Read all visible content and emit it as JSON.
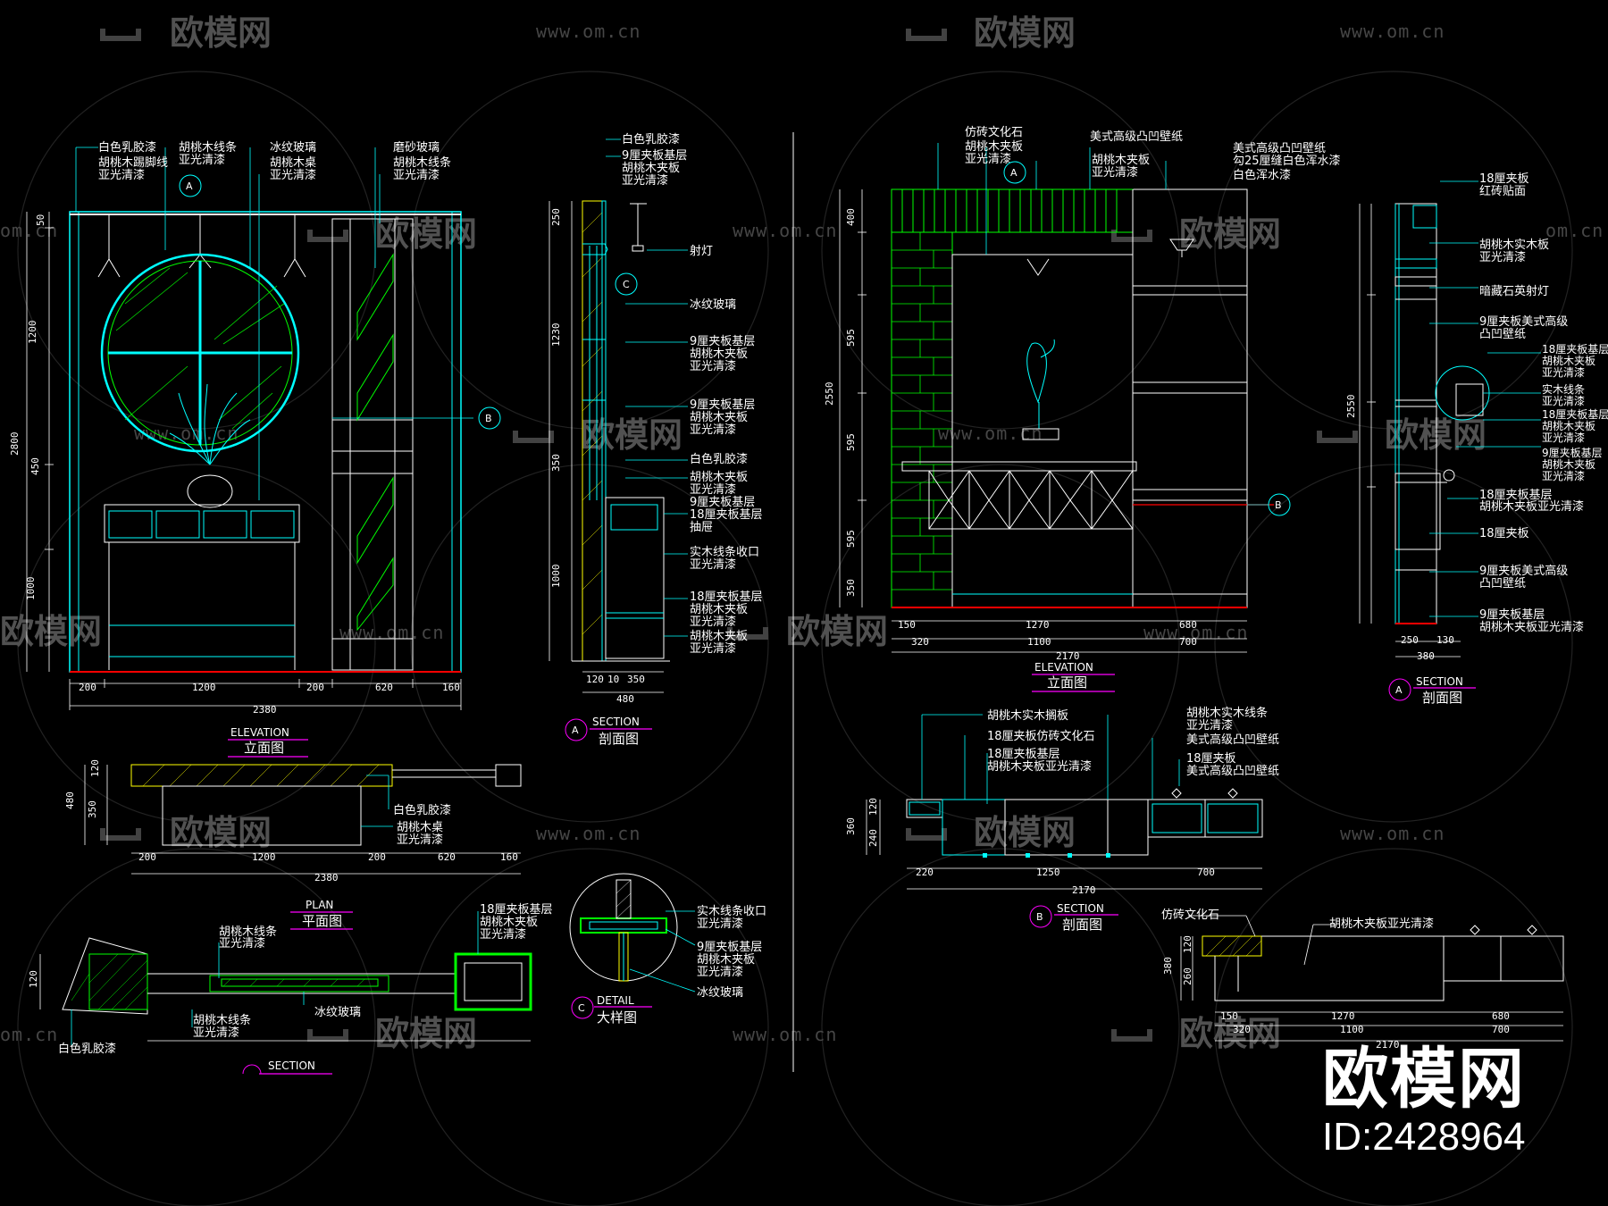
{
  "watermark": {
    "brand": "欧模网",
    "url": "www.om.cn",
    "url_short": "om.cn"
  },
  "brand_badge": {
    "name": "欧模网",
    "id": "ID:2428964"
  },
  "colors": {
    "cyan": "#00ffff",
    "green": "#00ff00",
    "yellow": "#ffff00",
    "red": "#ff0000",
    "magenta": "#ff00ff",
    "white": "#ffffff",
    "watermark": "#555555"
  },
  "left_sheet": {
    "elevation": {
      "title_en": "ELEVATION",
      "title_cn": "立面图",
      "labels": [
        "白色乳胶漆",
        "胡桃木踢脚线",
        "亚光清漆",
        "胡桃木线条",
        "亚光清漆",
        "冰纹玻璃",
        "胡桃木桌",
        "亚光清漆",
        "磨砂玻璃",
        "胡桃木线条",
        "亚光清漆"
      ],
      "dims_bottom": [
        "200",
        "1200",
        "200",
        "620",
        "160"
      ],
      "dim_total": "2380",
      "dims_left": [
        "50",
        "1200",
        "450",
        "1000"
      ],
      "dim_height": "2800",
      "markers": [
        "A",
        "B"
      ]
    },
    "section_a": {
      "title_en": "SECTION",
      "title_cn": "剖面图",
      "marker": "A",
      "labels": [
        "白色乳胶漆",
        "9厘夹板基层",
        "胡桃木夹板",
        "亚光清漆",
        "射灯",
        "冰纹玻璃",
        "9厘夹板基层",
        "胡桃木夹板",
        "亚光清漆",
        "9厘夹板基层",
        "胡桃木夹板",
        "亚光清漆",
        "白色乳胶漆",
        "胡桃木夹板",
        "亚光清漆",
        "9厘夹板基层",
        "18厘夹板基层",
        "抽屉",
        "实木线条收口",
        "亚光清漆",
        "18厘夹板基层",
        "胡桃木夹板",
        "亚光清漆",
        "胡桃木夹板",
        "亚光清漆"
      ],
      "dims_bottom": [
        "120",
        "10",
        "350"
      ],
      "dim_total": "480",
      "dims_left": [
        "250",
        "1230",
        "350",
        "1000"
      ],
      "marker_c": "C"
    },
    "plan": {
      "title_en": "PLAN",
      "title_cn": "平面图",
      "labels": [
        "白色乳胶漆",
        "胡桃木桌",
        "亚光清漆"
      ],
      "dims_bottom": [
        "200",
        "1200",
        "200",
        "620",
        "160"
      ],
      "dim_total": "2380",
      "dims_left": [
        "480",
        "350",
        "120"
      ]
    },
    "section_b": {
      "title_en": "SECTION",
      "labels": [
        "胡桃木线条",
        "亚光清漆",
        "18厘夹板基层",
        "胡桃木夹板",
        "亚光清漆",
        "胡桃木线条",
        "亚光清漆",
        "冰纹玻璃",
        "白色乳胶漆"
      ],
      "dims_left": [
        "120"
      ]
    },
    "detail_c": {
      "title_en": "DETAIL",
      "title_cn": "大样图",
      "marker": "C",
      "labels": [
        "实木线条收口",
        "亚光清漆",
        "9厘夹板基层",
        "胡桃木夹板",
        "亚光清漆",
        "冰纹玻璃"
      ]
    }
  },
  "right_sheet": {
    "elevation": {
      "title_en": "ELEVATION",
      "title_cn": "立面图",
      "labels": [
        "仿砖文化石",
        "胡桃木夹板",
        "亚光清漆",
        "美式高级凸凹壁纸",
        "胡桃木夹板",
        "亚光清漆",
        "美式高级凸凹壁纸",
        "勾25厘缝白色浑水漆",
        "白色浑水漆"
      ],
      "dims_bottom_row1": [
        "150",
        "1270",
        "680"
      ],
      "dims_bottom_row2": [
        "320",
        "1100",
        "700"
      ],
      "dim_total": "2170",
      "dims_left": [
        "400",
        "595",
        "595",
        "595",
        "350"
      ],
      "dim_height": "2550",
      "markers": [
        "A",
        "B"
      ]
    },
    "section_a": {
      "title_en": "SECTION",
      "title_cn": "剖面图",
      "marker": "A",
      "labels": [
        "18厘夹板",
        "红砖贴面",
        "胡桃木实木板",
        "亚光清漆",
        "暗藏石英射灯",
        "9厘夹板美式高级",
        "凸凹壁纸",
        "18厘夹板基层",
        "胡桃木夹板",
        "亚光清漆",
        "实木线条",
        "亚光清漆",
        "18厘夹板基层",
        "胡桃木夹板",
        "亚光清漆",
        "9厘夹板基层",
        "胡桃木夹板",
        "亚光清漆",
        "18厘夹板基层",
        "胡桃木夹板亚光清漆",
        "18厘夹板",
        "9厘夹板美式高级",
        "凸凹壁纸",
        "9厘夹板基层",
        "胡桃木夹板亚光清漆"
      ],
      "dims_bottom": [
        "250",
        "130"
      ],
      "dim_total": "380",
      "dim_height": "2550"
    },
    "section_b": {
      "title_en": "SECTION",
      "title_cn": "剖面图",
      "marker": "B",
      "labels": [
        "胡桃木实木搁板",
        "18厘夹板仿砖文化石",
        "18厘夹板基层",
        "胡桃木夹板亚光清漆",
        "胡桃木实木线条",
        "亚光清漆",
        "美式高级凸凹壁纸",
        "18厘夹板",
        "美式高级凸凹壁纸"
      ],
      "dims_bottom": [
        "220",
        "1250",
        "700"
      ],
      "dim_total": "2170",
      "dims_left": [
        "360",
        "120",
        "240"
      ]
    },
    "plan": {
      "labels": [
        "仿砖文化石",
        "胡桃木夹板亚光清漆"
      ],
      "dims_bottom_row1": [
        "150",
        "1270",
        "680"
      ],
      "dims_bottom_row2": [
        "320",
        "1100",
        "700"
      ],
      "dim_total": "2170",
      "dims_left": [
        "380",
        "120",
        "260"
      ]
    }
  }
}
